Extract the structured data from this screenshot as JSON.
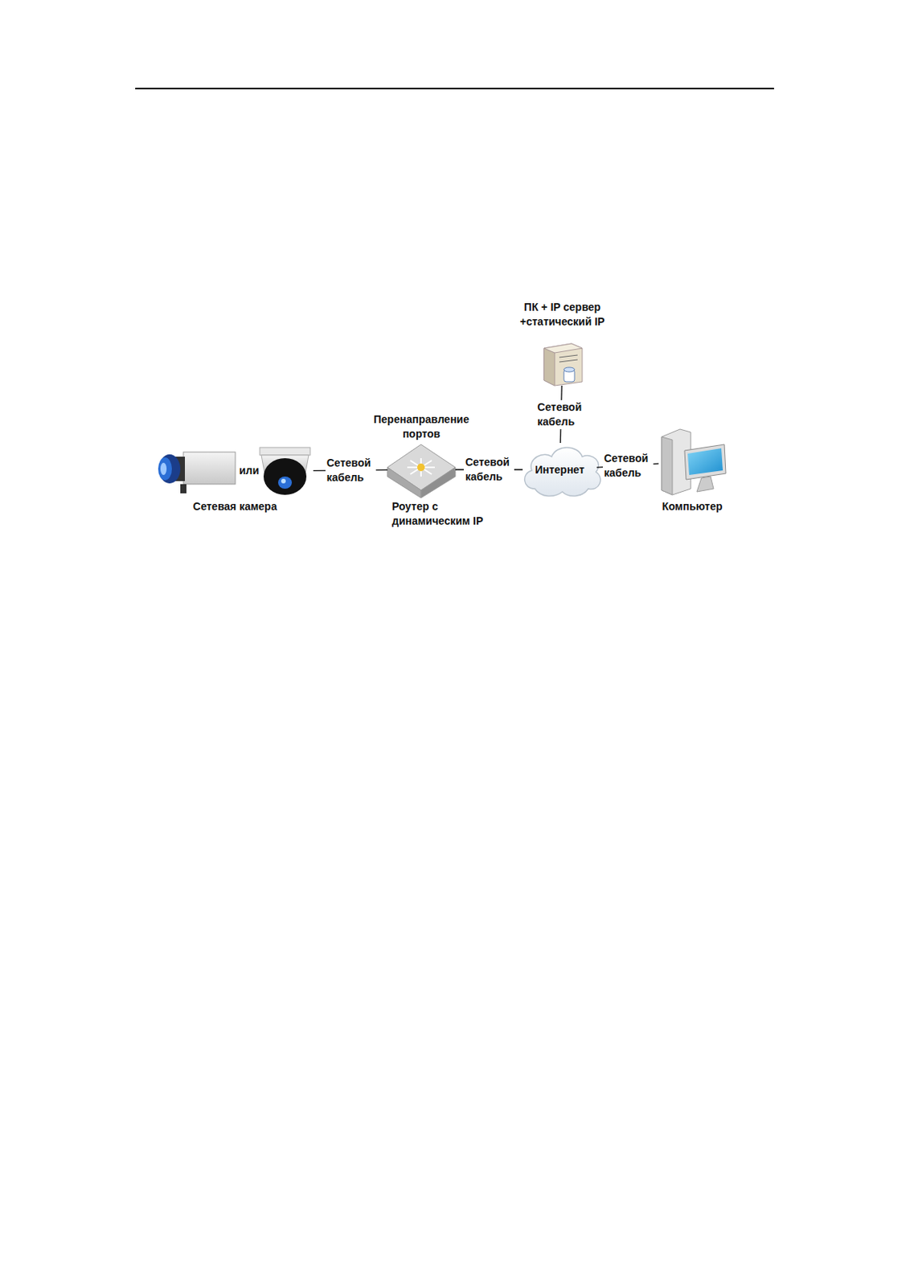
{
  "diagram": {
    "nodes": [
      {
        "text": [
          "Сетевая камера"
        ]
      },
      {
        "text": [
          "Перенаправление портов",
          "Роутер с динамическим IP"
        ]
      },
      {
        "text": [
          "Интернет"
        ]
      },
      {
        "text": [
          "ПК + IP сервер +статический IP"
        ]
      },
      {
        "text": [
          "Компьютер"
        ]
      }
    ],
    "edges": [
      {
        "from": 0,
        "to": 1,
        "label": "Сетевой кабель",
        "arrow": "none"
      },
      {
        "from": 1,
        "to": 2,
        "label": "Сетевой кабель",
        "arrow": "none"
      },
      {
        "from": 2,
        "to": 3,
        "label": "Сетевой кабель",
        "arrow": "none"
      },
      {
        "from": 2,
        "to": 4,
        "label": "Сетевой кабель",
        "arrow": "none"
      }
    ],
    "labels": [
      "или"
    ]
  }
}
